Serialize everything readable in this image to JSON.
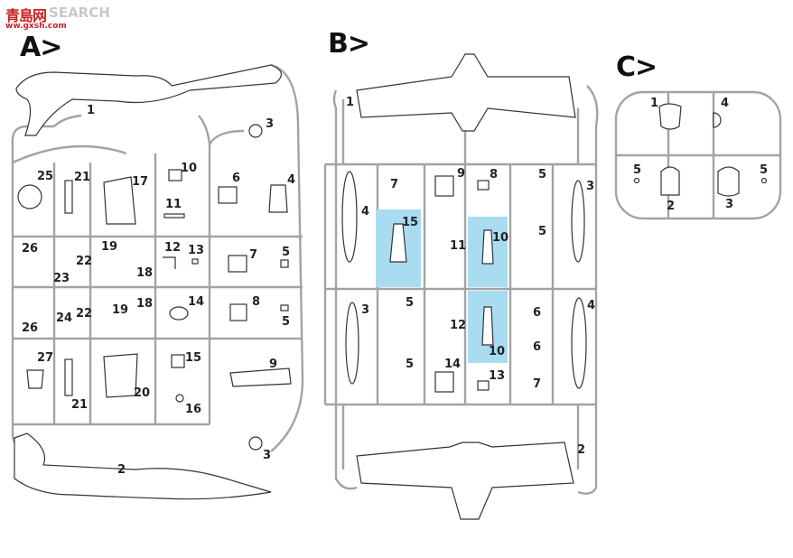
{
  "watermark": {
    "logo": "青島网",
    "word": "SEARCH",
    "site": "ww.gxsh.com"
  },
  "sprues": {
    "A": {
      "title": "A>"
    },
    "B": {
      "title": "B>"
    },
    "C": {
      "title": "C>"
    }
  },
  "part_labels": {
    "A": [
      "1",
      "2",
      "3",
      "3",
      "4",
      "5",
      "5",
      "6",
      "7",
      "8",
      "9",
      "10",
      "11",
      "12",
      "13",
      "14",
      "15",
      "16",
      "17",
      "18",
      "18",
      "19",
      "19",
      "20",
      "21",
      "21",
      "22",
      "22",
      "23",
      "24",
      "25",
      "26",
      "26",
      "27"
    ],
    "B": [
      "1",
      "2",
      "3",
      "3",
      "4",
      "4",
      "5",
      "5",
      "5",
      "5",
      "6",
      "6",
      "7",
      "7",
      "8",
      "9",
      "10",
      "10",
      "11",
      "12",
      "13",
      "14",
      "15"
    ],
    "C": [
      "1",
      "2",
      "3",
      "4",
      "5",
      "5"
    ]
  },
  "highlight_color": "#a9dcf0",
  "line_color": "#9a9a9a"
}
